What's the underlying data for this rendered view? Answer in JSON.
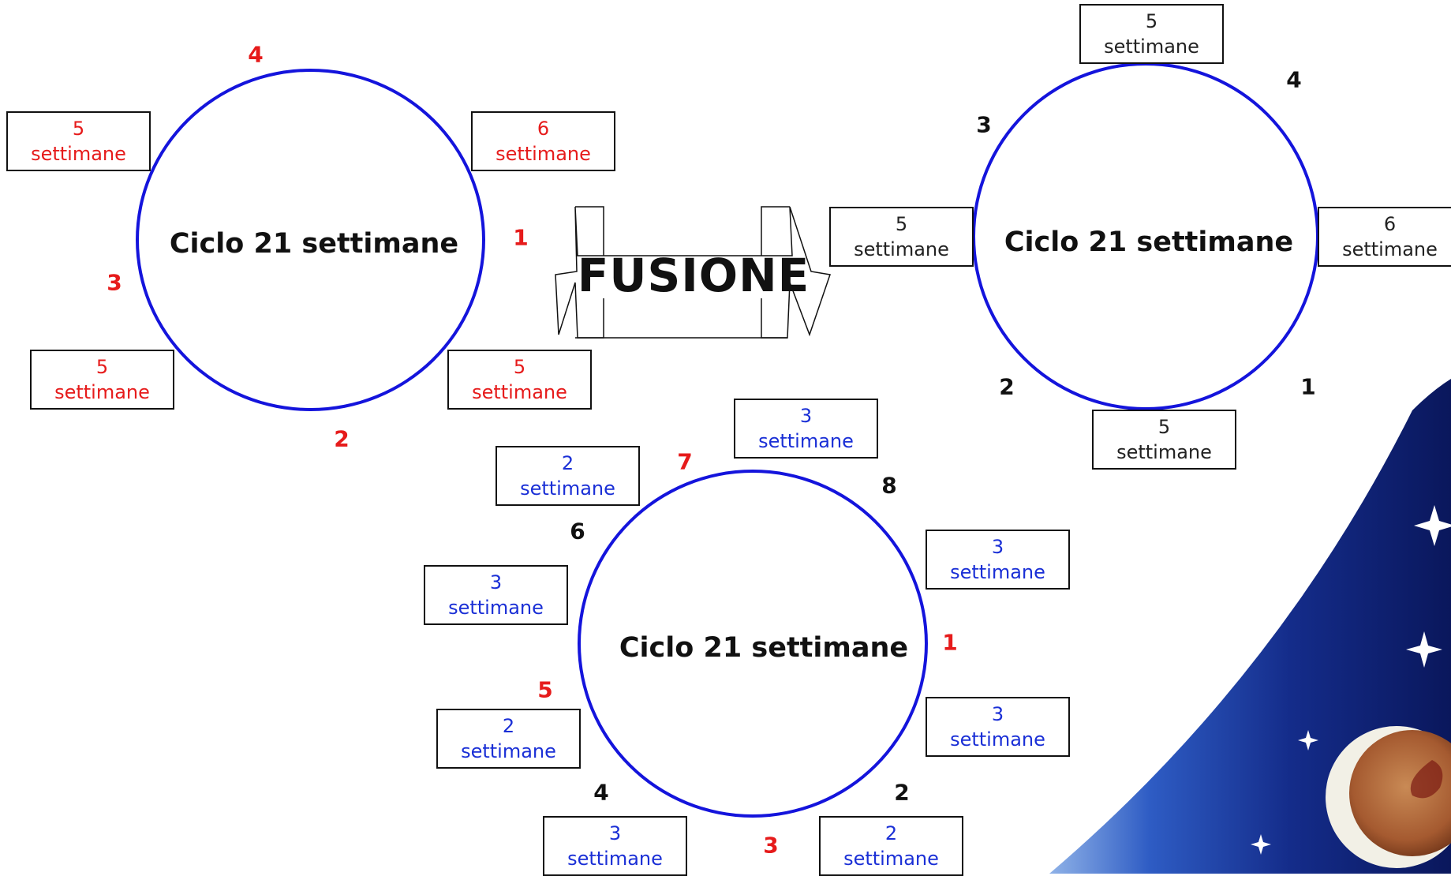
{
  "colors": {
    "circle_stroke": "#1414dc",
    "red_text": "#e61b1b",
    "blue_text": "#1a2fd6",
    "black_text": "#111111"
  },
  "diagram": {
    "center_label": "FUSIONE",
    "cycle_left": {
      "title": "Ciclo 21 settimane",
      "boxes": [
        {
          "value": "5",
          "unit": "settimane"
        },
        {
          "value": "6",
          "unit": "settimane"
        },
        {
          "value": "5",
          "unit": "settimane"
        },
        {
          "value": "5",
          "unit": "settimane"
        }
      ],
      "markers": [
        "4",
        "1",
        "3",
        "2"
      ]
    },
    "cycle_right": {
      "title": "Ciclo 21 settimane",
      "boxes": [
        {
          "value": "5",
          "unit": "settimane"
        },
        {
          "value": "5",
          "unit": "settimane"
        },
        {
          "value": "6",
          "unit": "settimane"
        },
        {
          "value": "5",
          "unit": "settimane"
        }
      ],
      "markers": [
        "4",
        "3",
        "2",
        "1"
      ]
    },
    "cycle_bottom": {
      "title": "Ciclo 21 settimane",
      "boxes": [
        {
          "value": "3",
          "unit": "settimane"
        },
        {
          "value": "2",
          "unit": "settimane"
        },
        {
          "value": "3",
          "unit": "settimane"
        },
        {
          "value": "3",
          "unit": "settimane"
        },
        {
          "value": "3",
          "unit": "settimane"
        },
        {
          "value": "2",
          "unit": "settimane"
        },
        {
          "value": "3",
          "unit": "settimane"
        },
        {
          "value": "2",
          "unit": "settimane"
        }
      ],
      "markers": [
        "7",
        "8",
        "6",
        "1",
        "5",
        "4",
        "2",
        "3"
      ]
    }
  }
}
